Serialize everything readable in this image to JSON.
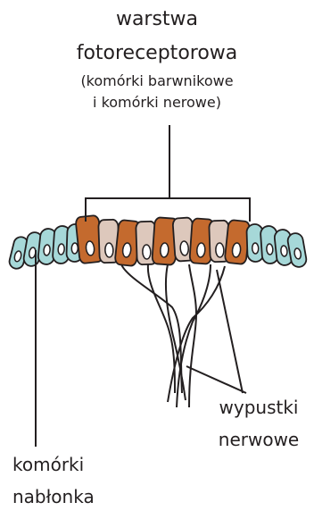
{
  "labels": {
    "photoreceptor_layer": {
      "line1": "warstwa",
      "line2": "fotoreceptorowa",
      "line3": "(komórki barwnikowe",
      "line4": "i komórki nerowe)"
    },
    "nerve_processes": {
      "line1": "wypustki",
      "line2": "nerwowe"
    },
    "epithelial_cells": {
      "line1": "komórki",
      "line2": "nabłonka"
    }
  },
  "colors": {
    "epithelial_cell": "#a6d8d8",
    "pigment_cell": "#c46a2e",
    "receptor_cell": "#ddc8bc",
    "outline": "#231f20"
  }
}
